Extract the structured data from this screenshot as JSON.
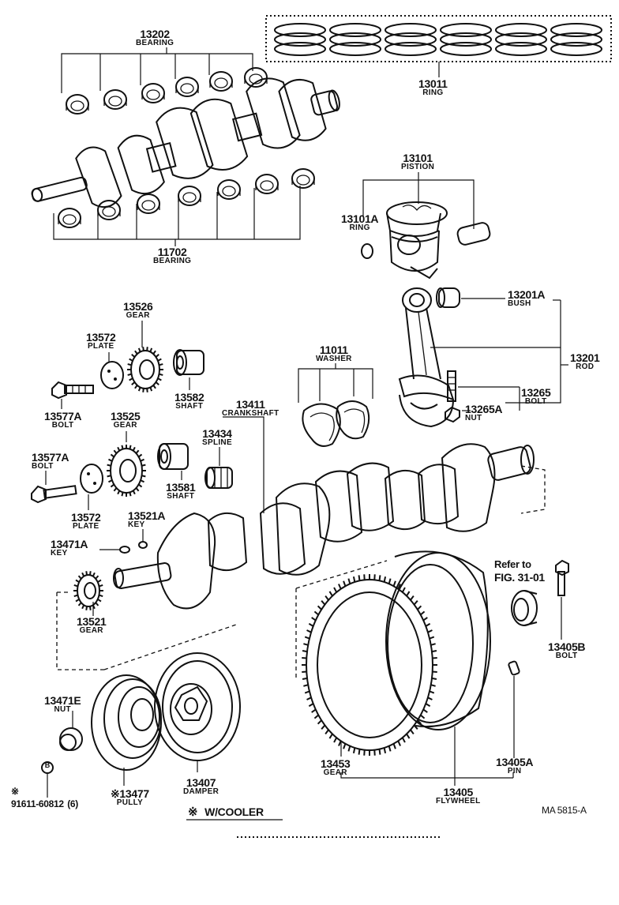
{
  "labels": {
    "p13202": {
      "num": "13202",
      "name": "BEARING"
    },
    "p13011": {
      "num": "13011",
      "name": "RING"
    },
    "p11702": {
      "num": "11702",
      "name": "BEARING"
    },
    "p13101": {
      "num": "13101",
      "name": "PISTION"
    },
    "p13101A": {
      "num": "13101A",
      "name": "RING"
    },
    "p13201A": {
      "num": "13201A",
      "name": "BUSH"
    },
    "p13201": {
      "num": "13201",
      "name": "ROD"
    },
    "p13265": {
      "num": "13265",
      "name": "BOLT"
    },
    "p13265A": {
      "num": "13265A",
      "name": "NUT"
    },
    "p11011": {
      "num": "11011",
      "name": "WASHER"
    },
    "p13526": {
      "num": "13526",
      "name": "GEAR"
    },
    "p13572a": {
      "num": "13572",
      "name": "PLATE"
    },
    "p13582": {
      "num": "13582",
      "name": "SHAFT"
    },
    "p13577Aa": {
      "num": "13577A",
      "name": "BOLT"
    },
    "p13525": {
      "num": "13525",
      "name": "GEAR"
    },
    "p13411": {
      "num": "13411",
      "name": "CRANKSHAFT"
    },
    "p13434": {
      "num": "13434",
      "name": "SPLINE"
    },
    "p13577Ab": {
      "num": "13577A",
      "name": "BOLT"
    },
    "p13572b": {
      "num": "13572",
      "name": "PLATE"
    },
    "p13581": {
      "num": "13581",
      "name": "SHAFT"
    },
    "p13521A": {
      "num": "13521A",
      "name": "KEY"
    },
    "p13471A": {
      "num": "13471A",
      "name": "KEY"
    },
    "p13521": {
      "num": "13521",
      "name": "GEAR"
    },
    "p13471E": {
      "num": "13471E",
      "name": "NUT"
    },
    "p13477": {
      "num": "※13477",
      "name": "PULLY"
    },
    "p13407": {
      "num": "13407",
      "name": "DAMPER"
    },
    "p13453": {
      "num": "13453",
      "name": "GEAR"
    },
    "p13405": {
      "num": "13405",
      "name": "FLYWHEEL"
    },
    "p13405A": {
      "num": "13405A",
      "name": "PIN"
    },
    "p13405B": {
      "num": "13405B",
      "name": "BOLT"
    }
  },
  "refer": {
    "line1": "Refer to",
    "line2": "FIG. 31-01"
  },
  "bolt_part": {
    "mark": "※",
    "num": "91611-60812",
    "qty": "(6)"
  },
  "circle_mark": "B",
  "legend": {
    "mark": "※",
    "text": "W/COOLER"
  },
  "ref_code": "MA 5815-A"
}
